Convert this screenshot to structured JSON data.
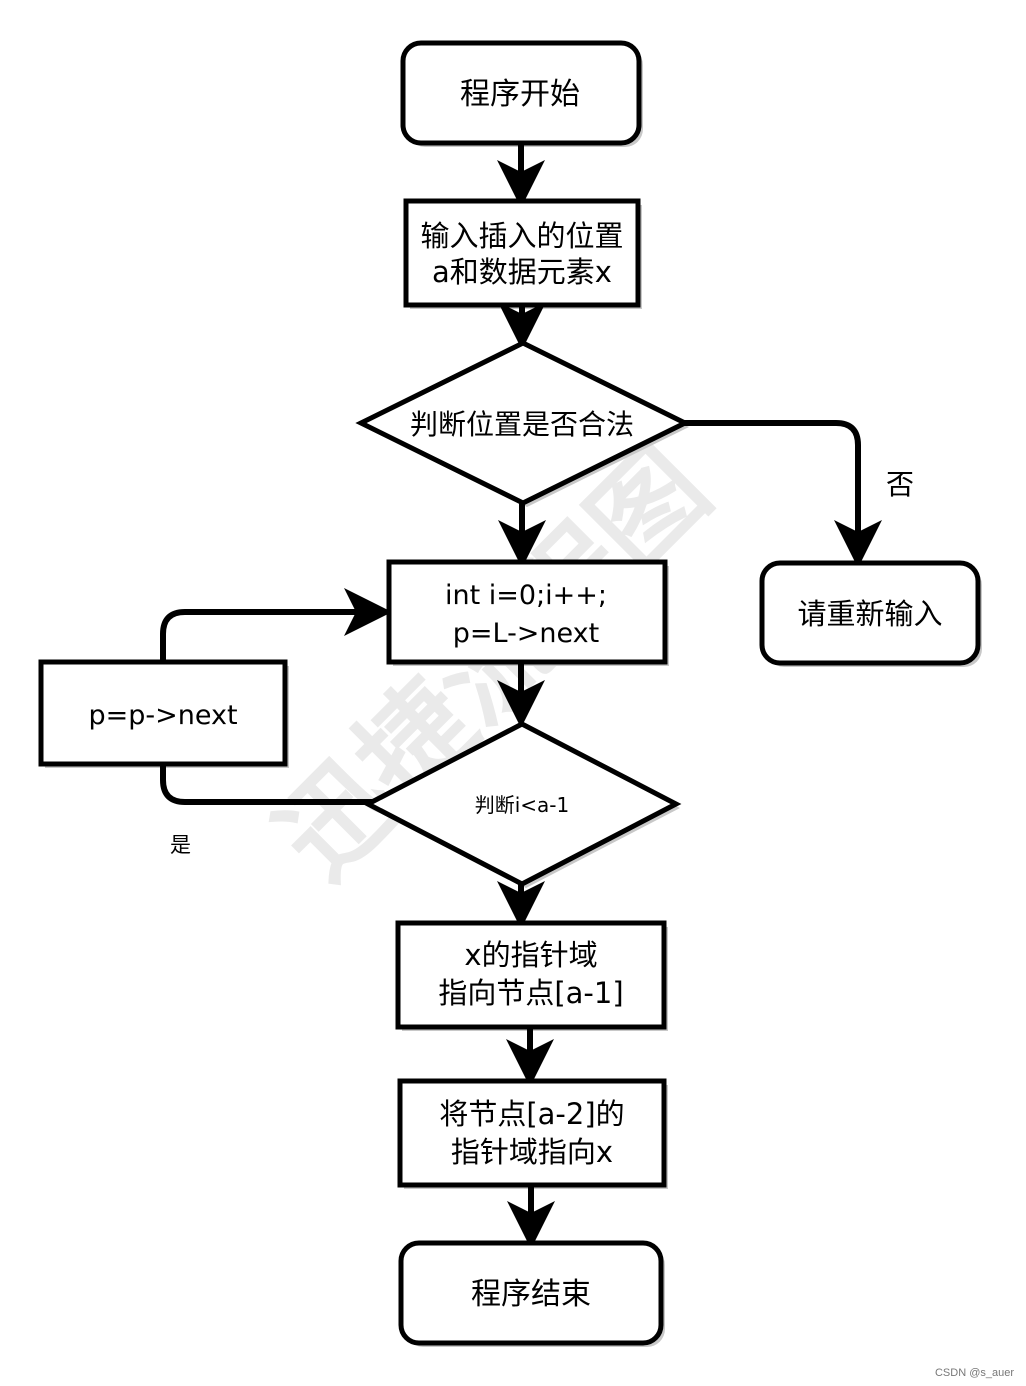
{
  "nodes": {
    "start": "程序开始",
    "input": {
      "line1": "输入插入的位置",
      "line2": "a和数据元素x"
    },
    "check_position": "判断位置是否合法",
    "reinput": "请重新输入",
    "init": {
      "line1": "int i=0;i++;",
      "line2": "p=L->next"
    },
    "advance": "p=p->next",
    "check_index": "判断i<a-1",
    "set_x_next": {
      "line1": "x的指针域",
      "line2": "指向节点[a-1]"
    },
    "link_prev": {
      "line1": "将节点[a-2]的",
      "line2": "指针域指向x"
    },
    "end": "程序结束"
  },
  "edge_labels": {
    "no": "否",
    "yes": "是"
  },
  "watermark": "迅捷流程图",
  "footer": "CSDN @s_auer",
  "colors": {
    "stroke": "#000000",
    "shadow": "#c8c8c8",
    "background": "#ffffff"
  }
}
